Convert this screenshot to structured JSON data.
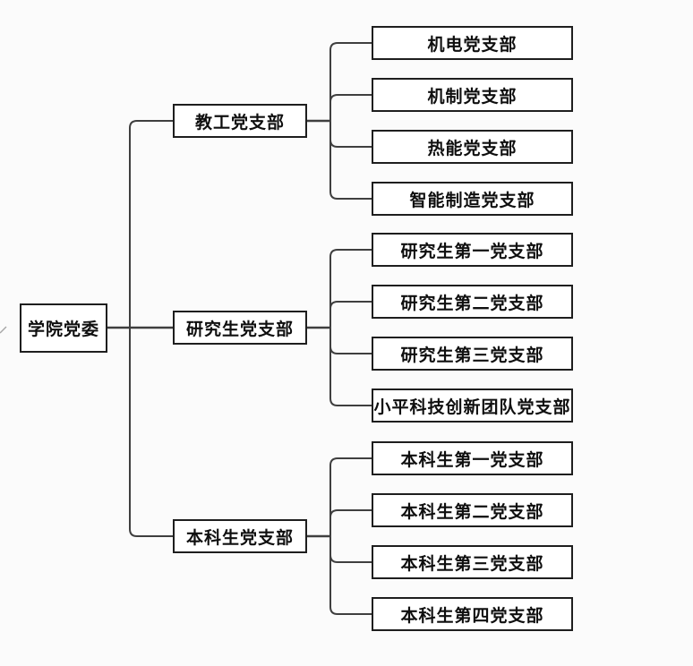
{
  "org_chart": {
    "root": {
      "label": "学院党委"
    },
    "branches": [
      {
        "label": "教工党支部",
        "children": [
          "机电党支部",
          "机制党支部",
          "热能党支部",
          "智能制造党支部"
        ]
      },
      {
        "label": "研究生党支部",
        "children": [
          "研究生第一党支部",
          "研究生第二党支部",
          "研究生第三党支部",
          "小平科技创新团队党支部"
        ]
      },
      {
        "label": "本科生党支部",
        "children": [
          "本科生第一党支部",
          "本科生第二党支部",
          "本科生第三党支部",
          "本科生第四党支部"
        ]
      }
    ],
    "colors": {
      "line": "#3f3f3f",
      "box_border": "#1e1e1e",
      "box_fill": "#ffffff",
      "text": "#0f0f0f",
      "background": "#fbfbfb"
    }
  }
}
